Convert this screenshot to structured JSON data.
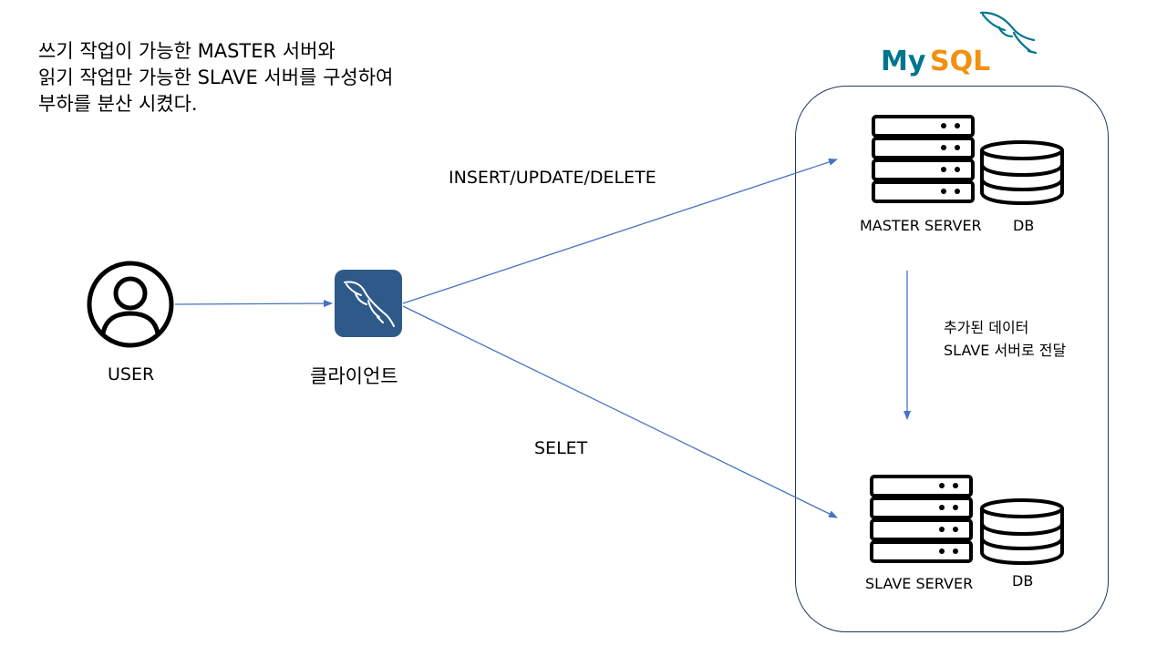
{
  "description": {
    "lines": [
      "쓰기 작업이 가능한 MASTER 서버와",
      "읽기 작업만 가능한 SLAVE 서버를 구성하여",
      "부하를 분산 시켰다."
    ]
  },
  "logo": {
    "text": "MySQL",
    "colors": {
      "my": "#00758f",
      "sql": "#f29111"
    }
  },
  "user": {
    "label": "USER",
    "icon": "user-circle-icon"
  },
  "client": {
    "label": "클라이언트",
    "icon": "mysql-dolphin-icon",
    "color": "#2e5a8a"
  },
  "edges": {
    "write_label": "INSERT/UPDATE/DELETE",
    "read_label": "SELET",
    "replication_label": [
      "추가된 데이터",
      "SLAVE 서버로 전달"
    ],
    "color": "#4472c4"
  },
  "master": {
    "server_label": "MASTER SERVER",
    "db_label": "DB"
  },
  "slave": {
    "server_label": "SLAVE SERVER",
    "db_label": "DB"
  }
}
